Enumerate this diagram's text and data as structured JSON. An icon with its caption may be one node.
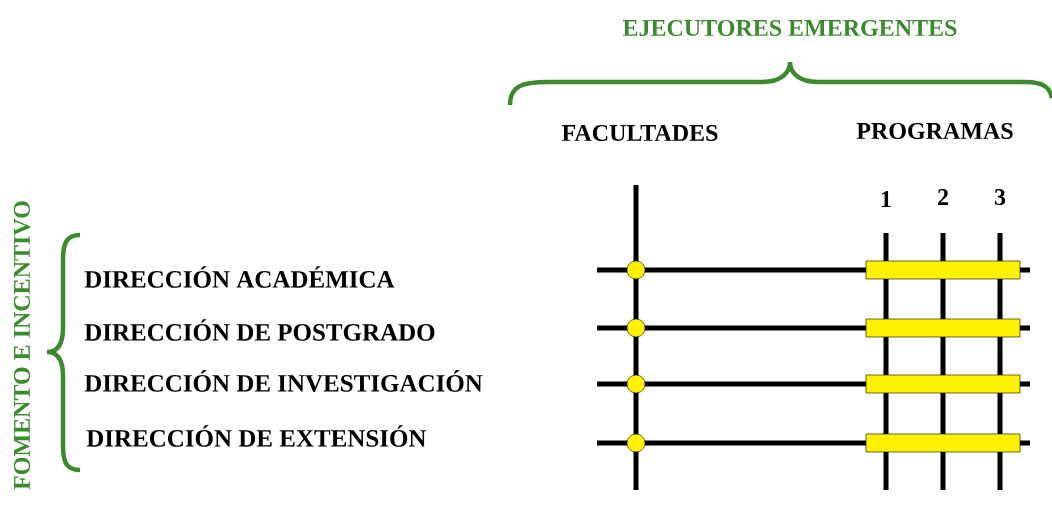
{
  "diagram": {
    "labels": [
      "EJECUTORES EMERGENTES",
      "FACULTADES",
      "PROGRAMAS",
      "FOMENTO E INCENTIVO",
      "1",
      "2",
      "3",
      "DIRECCIÓN ACADÉMICA",
      "DIRECCIÓN DE POSTGRADO",
      "DIRECCIÓN DE INVESTIGACIÓN",
      "DIRECCIÓN DE EXTENSIÓN"
    ]
  }
}
